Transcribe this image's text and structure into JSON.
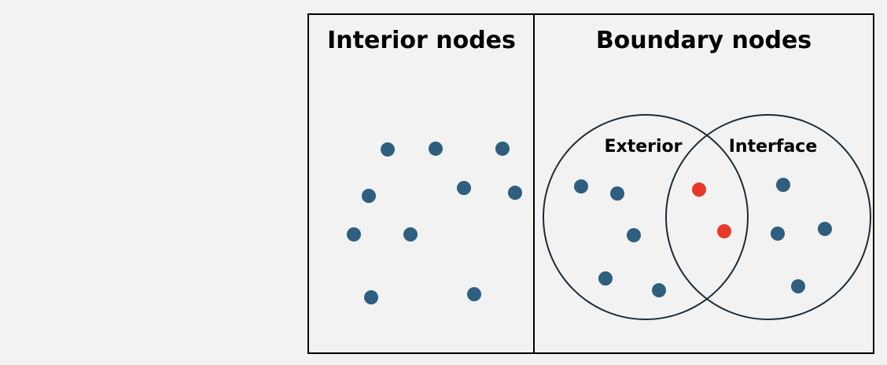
{
  "panels": {
    "interior_title": "Interior nodes",
    "boundary_title": "Boundary nodes"
  },
  "circles": {
    "left_label": "Exterior",
    "right_label": "Interface"
  },
  "colors": {
    "background": "#f2f2f2",
    "node": "#2e5f7f",
    "interface_node": "#e8382a",
    "outline": "#000000",
    "circle_outline": "#1b2b38"
  }
}
